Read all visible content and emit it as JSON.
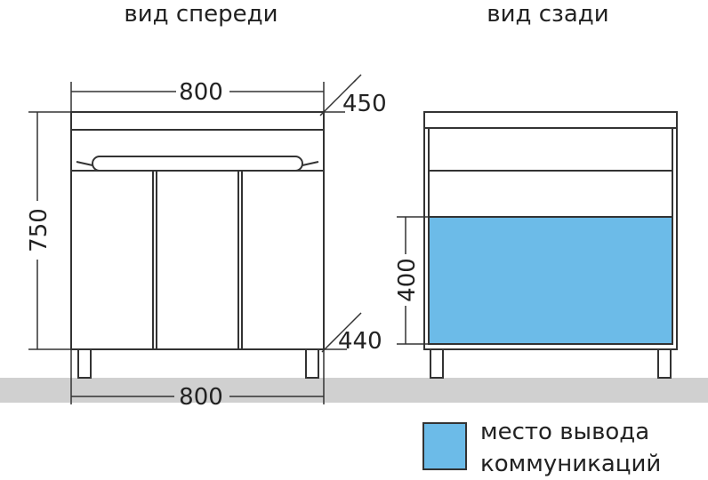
{
  "views": {
    "front_title": "вид спереди",
    "back_title": "вид сзади"
  },
  "dimensions": {
    "top_width": "800",
    "bottom_width": "800",
    "height": "750",
    "depth_top": "450",
    "depth_bottom": "440",
    "utility_height": "400"
  },
  "legend": {
    "line1": "место вывода",
    "line2": "коммуникаций"
  },
  "colors": {
    "utility_zone": "#6cbbe8",
    "floor": "#d0d0d0",
    "outline": "#333333"
  }
}
